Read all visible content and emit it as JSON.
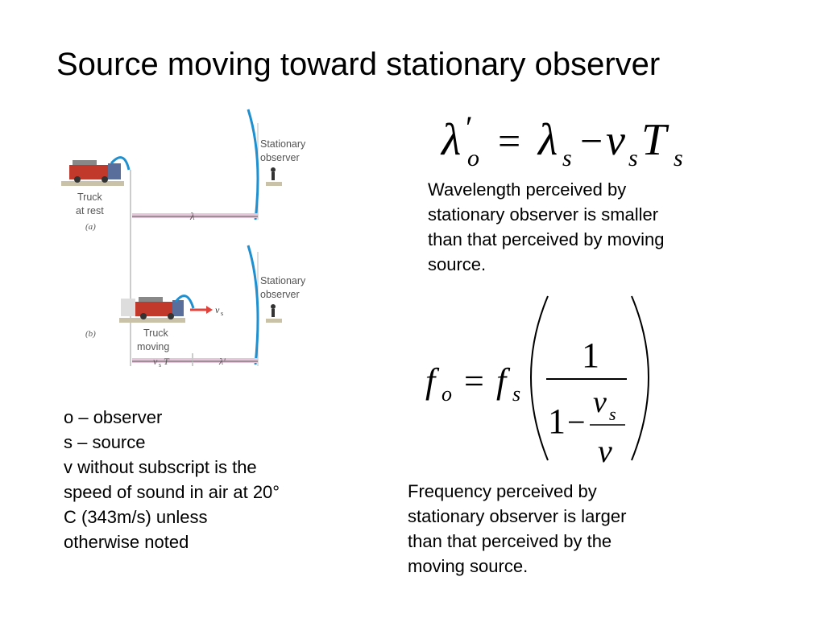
{
  "slide": {
    "title": "Source moving toward stationary observer"
  },
  "wavelength_description": {
    "lines": [
      "Wavelength perceived by",
      "stationary observer is smaller",
      "than that perceived by moving",
      "source."
    ]
  },
  "frequency_description": {
    "lines": [
      "Frequency perceived by",
      "stationary observer is larger",
      "than that perceived by the",
      "moving source."
    ]
  },
  "legend": {
    "lines": [
      "o – observer",
      "s – source",
      "v without subscript is the",
      "speed of sound in air at 20°",
      "C (343m/s) unless",
      "otherwise noted"
    ]
  },
  "equation_wavelength": {
    "lambda": "λ",
    "prime": "′",
    "sub_o": "o",
    "equals": "=",
    "sub_s": "s",
    "minus": "−",
    "v": "v",
    "T": "T"
  },
  "equation_frequency": {
    "f": "f",
    "sub_o": "o",
    "equals": "=",
    "sub_s": "s",
    "one": "1",
    "minus": "−",
    "v": "v",
    "v_sub": "s"
  },
  "diagram": {
    "observer_label_line1": "Stationary",
    "observer_label_line2": "observer",
    "truck_rest_line1": "Truck",
    "truck_rest_line2": "at rest",
    "panel_a": "(a)",
    "lambda": "λ",
    "truck_moving_line1": "Truck",
    "truck_moving_line2": "moving",
    "panel_b": "(b)",
    "vs_label": "v",
    "vs_sub": "s",
    "vsT_v": "v",
    "vsT_s": "s",
    "vsT_T": "T",
    "lambda_prime": "λ′"
  },
  "colors": {
    "wave": "#1f8fd0",
    "arrow": "#e0433c",
    "dimension_band": "#e6c6da",
    "ground": "#c9c1a8",
    "truck_red": "#c0392b",
    "label_gray": "#555555"
  }
}
